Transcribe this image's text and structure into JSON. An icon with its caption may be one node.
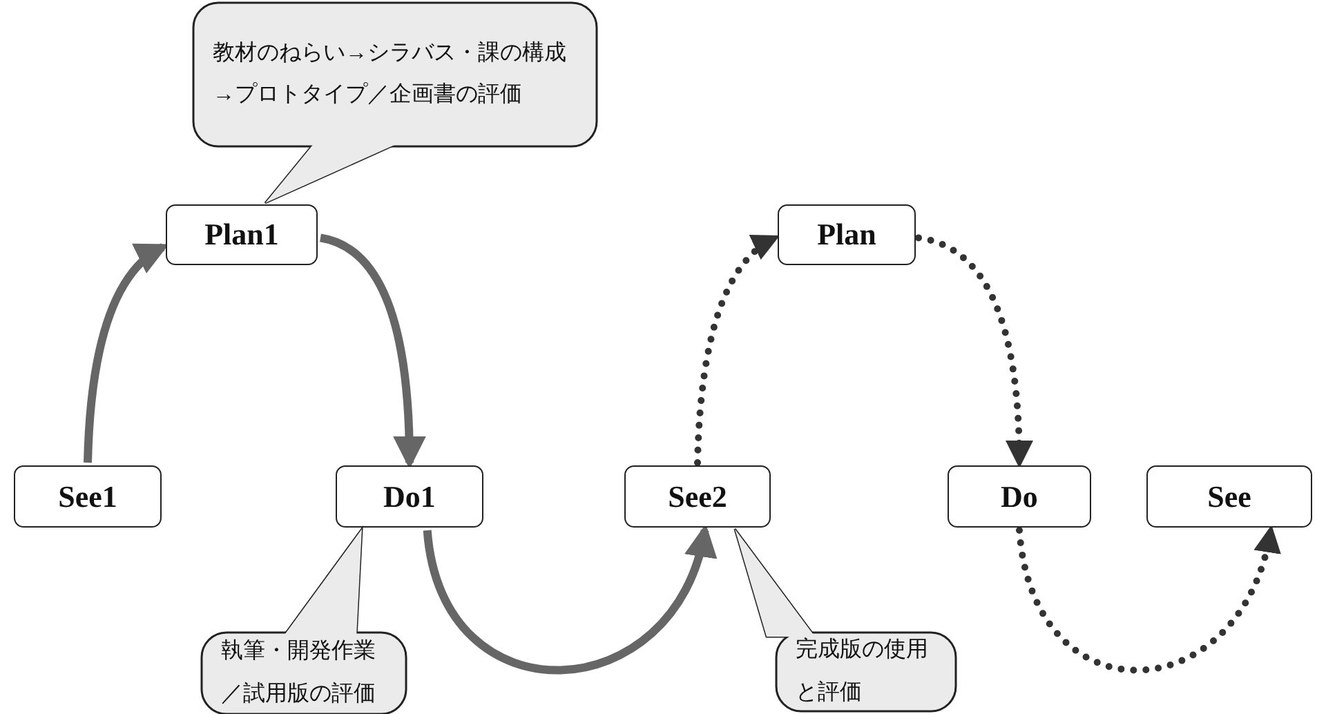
{
  "diagram": {
    "nodes": [
      {
        "text": [
          "See1"
        ]
      },
      {
        "text": [
          "Plan1"
        ]
      },
      {
        "text": [
          "Do1"
        ]
      },
      {
        "text": [
          "See2"
        ]
      },
      {
        "text": [
          "Plan"
        ]
      },
      {
        "text": [
          "Do"
        ]
      },
      {
        "text": [
          "See"
        ]
      },
      {
        "text": [
          "教材のねらい→シラバス・課の構成→プロトタイプ／企画書の評価"
        ]
      },
      {
        "text": [
          "執筆・開発作業／試用版の評価"
        ]
      },
      {
        "text": [
          "完成版の使用と評価"
        ]
      }
    ],
    "edges": [
      {
        "from": 0,
        "to": 1,
        "arrow": "to"
      },
      {
        "from": 1,
        "to": 2,
        "arrow": "to"
      },
      {
        "from": 2,
        "to": 3,
        "arrow": "to"
      },
      {
        "from": 3,
        "to": 4,
        "arrow": "to",
        "style": "dashed"
      },
      {
        "from": 4,
        "to": 5,
        "arrow": "to",
        "style": "dashed"
      },
      {
        "from": 5,
        "to": 6,
        "arrow": "to",
        "style": "dashed"
      }
    ]
  }
}
